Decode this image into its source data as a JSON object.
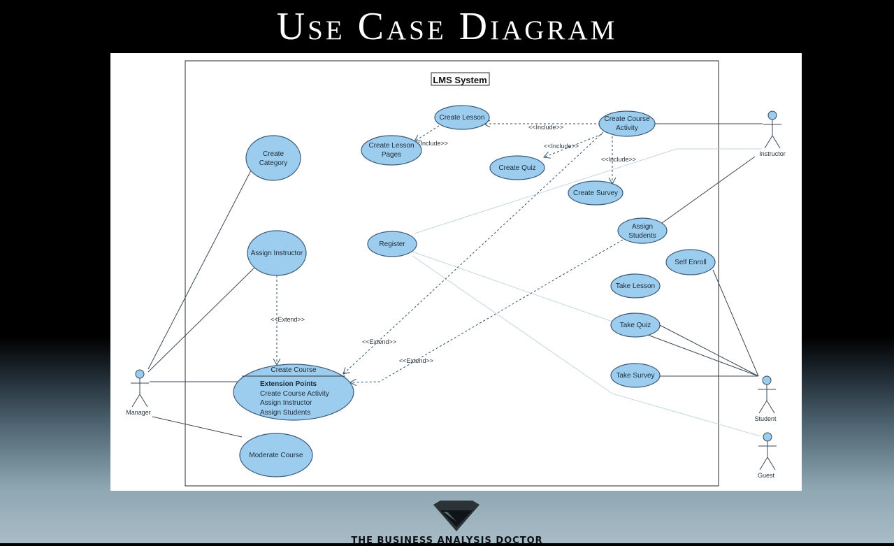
{
  "slide_title": "Use Case Diagram",
  "system": {
    "title": "LMS System"
  },
  "use_cases": {
    "create_category": [
      "Create",
      "Category"
    ],
    "assign_instructor": "Assign Instructor",
    "moderate_course": "Moderate Course",
    "create_lesson": "Create Lesson",
    "create_lesson_pages": [
      "Create Lesson",
      "Pages"
    ],
    "create_quiz": "Create Quiz",
    "create_course_activity": [
      "Create Course",
      "Activity"
    ],
    "create_survey": "Create Survey",
    "register": "Register",
    "assign_students": [
      "Assign",
      "Students"
    ],
    "self_enroll": "Self Enroll",
    "take_lesson": "Take Lesson",
    "take_quiz": "Take Quiz",
    "take_survey": "Take Survey",
    "create_course": {
      "name": "Create Course",
      "ext_heading": "Extension Points",
      "ext_points": [
        "Create Course Activity",
        "Assign Instructor",
        "Assign Students"
      ]
    }
  },
  "actors": {
    "manager": "Manager",
    "instructor": "Instructor",
    "student": "Student",
    "guest": "Guest"
  },
  "stereotypes": {
    "include": "<<Include>>",
    "extend": "<<Extend>>"
  },
  "colors": {
    "use_case_fill": "#9ccdee",
    "use_case_stroke": "#3c5a78",
    "background_top": "#000000",
    "background_bottom": "#a8bcc6"
  },
  "footer": {
    "tagline": "THE BUSINESS ANALYSIS DOCTOR"
  }
}
